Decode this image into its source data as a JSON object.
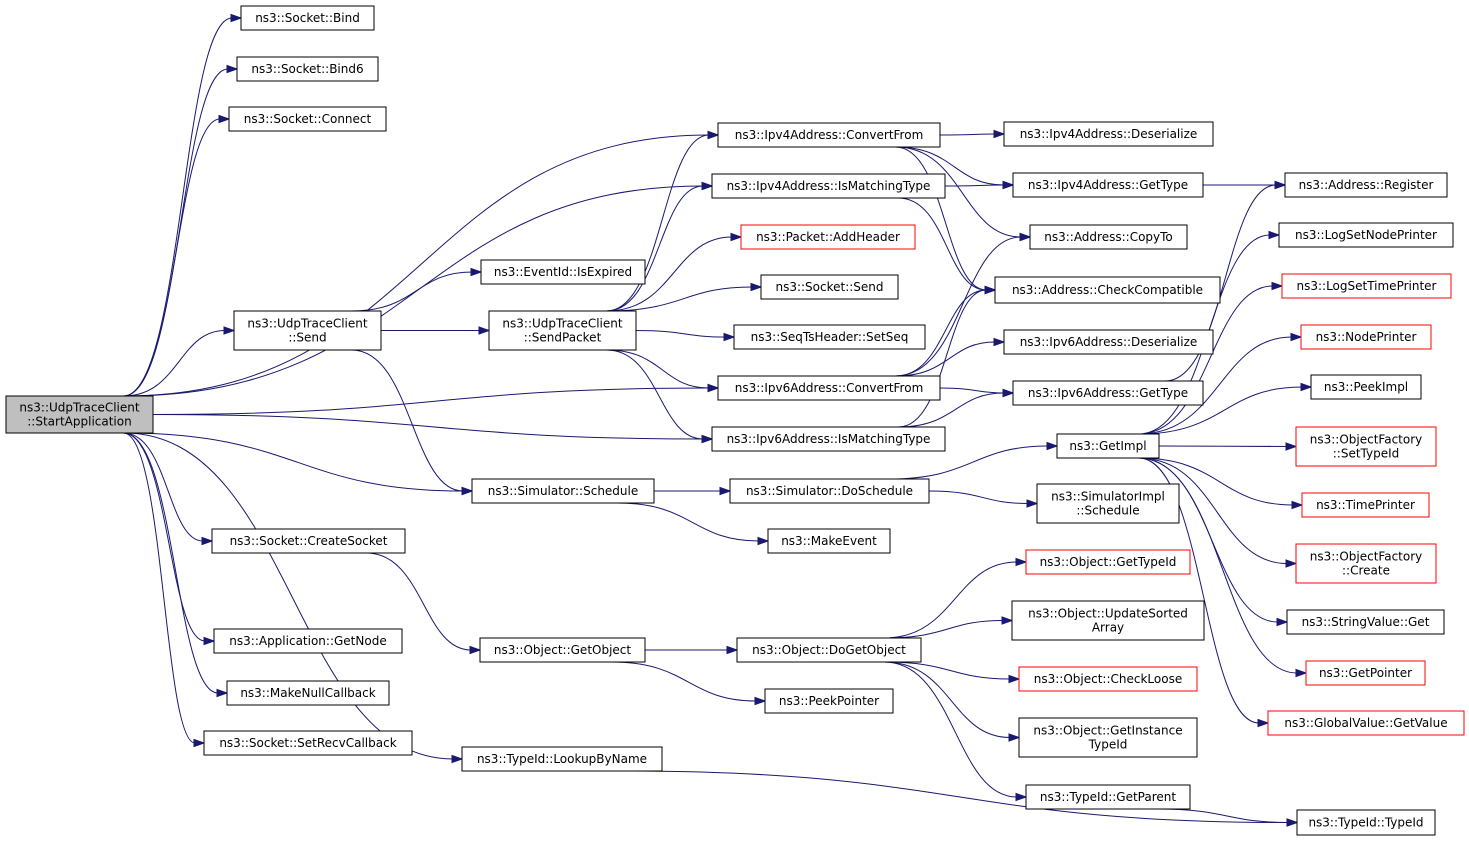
{
  "nodes": {
    "n0": {
      "lines": [
        "ns3::UdpTraceClient",
        "::StartApplication"
      ]
    },
    "n1": {
      "lines": [
        "ns3::Socket::Bind"
      ]
    },
    "n2": {
      "lines": [
        "ns3::Socket::Bind6"
      ]
    },
    "n3": {
      "lines": [
        "ns3::Socket::Connect"
      ]
    },
    "n4": {
      "lines": [
        "ns3::Ipv4Address::ConvertFrom"
      ]
    },
    "n5": {
      "lines": [
        "ns3::Ipv4Address::IsMatchingType"
      ]
    },
    "n6": {
      "lines": [
        "ns3::Ipv6Address::ConvertFrom"
      ]
    },
    "n7": {
      "lines": [
        "ns3::Ipv6Address::IsMatchingType"
      ]
    },
    "n8": {
      "lines": [
        "ns3::UdpTraceClient",
        "::Send"
      ]
    },
    "n9": {
      "lines": [
        "ns3::Simulator::Schedule"
      ]
    },
    "n10": {
      "lines": [
        "ns3::Socket::CreateSocket"
      ]
    },
    "n11": {
      "lines": [
        "ns3::Application::GetNode"
      ]
    },
    "n12": {
      "lines": [
        "ns3::MakeNullCallback"
      ]
    },
    "n13": {
      "lines": [
        "ns3::Socket::SetRecvCallback"
      ]
    },
    "n14": {
      "lines": [
        "ns3::TypeId::LookupByName"
      ]
    },
    "n15": {
      "lines": [
        "ns3::EventId::IsExpired"
      ]
    },
    "n16": {
      "lines": [
        "ns3::UdpTraceClient",
        "::SendPacket"
      ]
    },
    "n17": {
      "lines": [
        "ns3::Packet::AddHeader"
      ]
    },
    "n18": {
      "lines": [
        "ns3::Socket::Send"
      ]
    },
    "n19": {
      "lines": [
        "ns3::SeqTsHeader::SetSeq"
      ]
    },
    "n20": {
      "lines": [
        "ns3::Simulator::DoSchedule"
      ]
    },
    "n21": {
      "lines": [
        "ns3::MakeEvent"
      ]
    },
    "n22": {
      "lines": [
        "ns3::Object::GetObject"
      ]
    },
    "n23": {
      "lines": [
        "ns3::Object::DoGetObject"
      ]
    },
    "n24": {
      "lines": [
        "ns3::PeekPointer"
      ]
    },
    "n25": {
      "lines": [
        "ns3::Ipv4Address::Deserialize"
      ]
    },
    "n26": {
      "lines": [
        "ns3::Ipv4Address::GetType"
      ]
    },
    "n27": {
      "lines": [
        "ns3::Address::CopyTo"
      ]
    },
    "n28": {
      "lines": [
        "ns3::Address::CheckCompatible"
      ]
    },
    "n29": {
      "lines": [
        "ns3::Ipv6Address::Deserialize"
      ]
    },
    "n30": {
      "lines": [
        "ns3::Ipv6Address::GetType"
      ]
    },
    "n31": {
      "lines": [
        "ns3::GetImpl"
      ]
    },
    "n32": {
      "lines": [
        "ns3::SimulatorImpl",
        "::Schedule"
      ]
    },
    "n33": {
      "lines": [
        "ns3::Object::GetTypeId"
      ]
    },
    "n34": {
      "lines": [
        "ns3::Object::UpdateSorted",
        "Array"
      ]
    },
    "n35": {
      "lines": [
        "ns3::Object::CheckLoose"
      ]
    },
    "n36": {
      "lines": [
        "ns3::Object::GetInstance",
        "TypeId"
      ]
    },
    "n37": {
      "lines": [
        "ns3::TypeId::GetParent"
      ]
    },
    "n38": {
      "lines": [
        "ns3::Address::Register"
      ]
    },
    "n39": {
      "lines": [
        "ns3::LogSetNodePrinter"
      ]
    },
    "n40": {
      "lines": [
        "ns3::LogSetTimePrinter"
      ]
    },
    "n41": {
      "lines": [
        "ns3::NodePrinter"
      ]
    },
    "n42": {
      "lines": [
        "ns3::PeekImpl"
      ]
    },
    "n43": {
      "lines": [
        "ns3::ObjectFactory",
        "::SetTypeId"
      ]
    },
    "n44": {
      "lines": [
        "ns3::TimePrinter"
      ]
    },
    "n45": {
      "lines": [
        "ns3::ObjectFactory",
        "::Create"
      ]
    },
    "n46": {
      "lines": [
        "ns3::StringValue::Get"
      ]
    },
    "n47": {
      "lines": [
        "ns3::GetPointer"
      ]
    },
    "n48": {
      "lines": [
        "ns3::GlobalValue::GetValue"
      ]
    },
    "n49": {
      "lines": [
        "ns3::TypeId::TypeId"
      ]
    }
  },
  "colors": {
    "edge": "#191970",
    "node_border": "#000000",
    "node_border_undocumented": "#ff0000",
    "root_fill": "#bfbfbf",
    "node_fill": "#ffffff"
  },
  "edges": [
    [
      "n0",
      "n1"
    ],
    [
      "n0",
      "n2"
    ],
    [
      "n0",
      "n3"
    ],
    [
      "n0",
      "n4"
    ],
    [
      "n0",
      "n5"
    ],
    [
      "n0",
      "n6"
    ],
    [
      "n0",
      "n7"
    ],
    [
      "n0",
      "n8"
    ],
    [
      "n0",
      "n9"
    ],
    [
      "n0",
      "n10"
    ],
    [
      "n0",
      "n11"
    ],
    [
      "n0",
      "n12"
    ],
    [
      "n0",
      "n13"
    ],
    [
      "n0",
      "n14"
    ],
    [
      "n8",
      "n15"
    ],
    [
      "n8",
      "n16"
    ],
    [
      "n8",
      "n9"
    ],
    [
      "n16",
      "n4"
    ],
    [
      "n16",
      "n5"
    ],
    [
      "n16",
      "n17"
    ],
    [
      "n16",
      "n18"
    ],
    [
      "n16",
      "n19"
    ],
    [
      "n16",
      "n6"
    ],
    [
      "n16",
      "n7"
    ],
    [
      "n9",
      "n20"
    ],
    [
      "n9",
      "n21"
    ],
    [
      "n10",
      "n22"
    ],
    [
      "n22",
      "n23"
    ],
    [
      "n22",
      "n24"
    ],
    [
      "n4",
      "n25"
    ],
    [
      "n4",
      "n26"
    ],
    [
      "n4",
      "n27"
    ],
    [
      "n4",
      "n28"
    ],
    [
      "n5",
      "n26"
    ],
    [
      "n5",
      "n28"
    ],
    [
      "n6",
      "n29"
    ],
    [
      "n6",
      "n30"
    ],
    [
      "n6",
      "n27"
    ],
    [
      "n6",
      "n28"
    ],
    [
      "n7",
      "n30"
    ],
    [
      "n7",
      "n28"
    ],
    [
      "n26",
      "n38"
    ],
    [
      "n30",
      "n38"
    ],
    [
      "n20",
      "n31"
    ],
    [
      "n20",
      "n32"
    ],
    [
      "n31",
      "n39"
    ],
    [
      "n31",
      "n40"
    ],
    [
      "n31",
      "n41"
    ],
    [
      "n31",
      "n42"
    ],
    [
      "n31",
      "n43"
    ],
    [
      "n31",
      "n44"
    ],
    [
      "n31",
      "n45"
    ],
    [
      "n31",
      "n46"
    ],
    [
      "n31",
      "n47"
    ],
    [
      "n31",
      "n48"
    ],
    [
      "n23",
      "n33"
    ],
    [
      "n23",
      "n34"
    ],
    [
      "n23",
      "n35"
    ],
    [
      "n23",
      "n36"
    ],
    [
      "n23",
      "n37"
    ],
    [
      "n37",
      "n49"
    ],
    [
      "n14",
      "n49"
    ]
  ]
}
